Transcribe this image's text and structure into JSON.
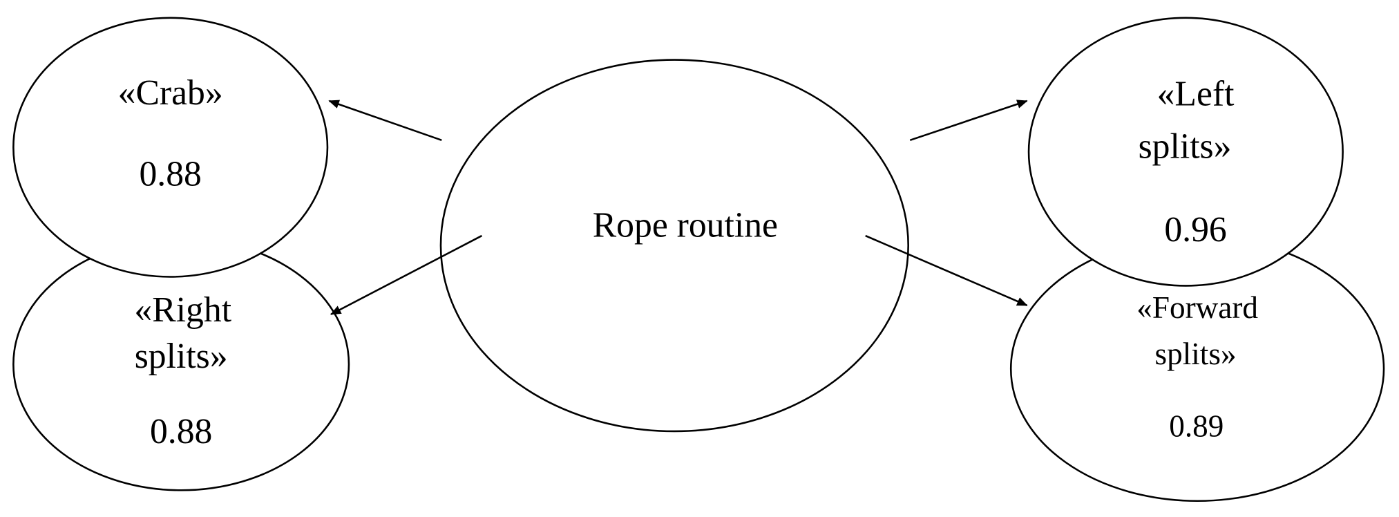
{
  "center": {
    "label": "Rope routine"
  },
  "nodes": [
    {
      "id": "crab",
      "line1": "«Crab»",
      "line2": "",
      "value": "0.88"
    },
    {
      "id": "right",
      "line1": "«Right",
      "line2": "splits»",
      "value": "0.88"
    },
    {
      "id": "left",
      "line1": "«Left",
      "line2": "splits»",
      "value": "0.96"
    },
    {
      "id": "forward",
      "line1": "«Forward",
      "line2": "splits»",
      "value": "0.89"
    }
  ]
}
